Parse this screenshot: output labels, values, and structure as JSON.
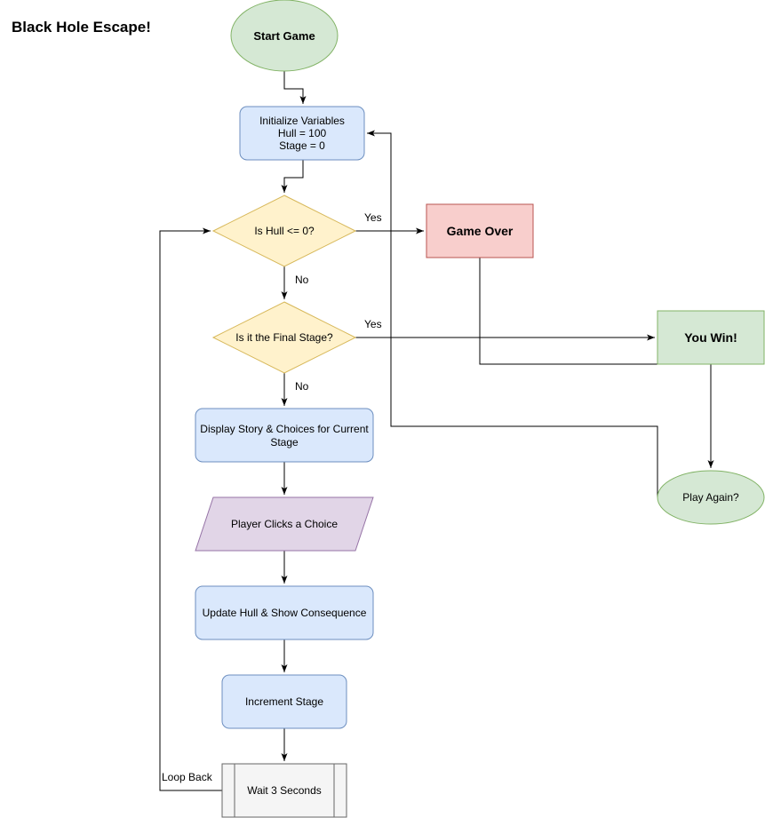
{
  "title": "Black Hole Escape!",
  "colors": {
    "green_fill": "#d5e8d4",
    "green_stroke": "#82b366",
    "blue_fill": "#dae8fc",
    "blue_stroke": "#6c8ebf",
    "yellow_fill": "#fff2cc",
    "yellow_stroke": "#d6b656",
    "red_fill": "#f8cecc",
    "red_stroke": "#b85450",
    "purple_fill": "#e1d5e7",
    "purple_stroke": "#9673a6",
    "gray_fill": "#f5f5f5",
    "gray_stroke": "#666666"
  },
  "nodes": {
    "start": {
      "label": "Start Game"
    },
    "init": {
      "lines": [
        "Initialize Variables",
        "Hull = 100",
        "Stage = 0"
      ]
    },
    "hull_check": {
      "label": "Is Hull <= 0?"
    },
    "game_over": {
      "label": "Game Over"
    },
    "final_check": {
      "label": "Is it the Final Stage?"
    },
    "you_win": {
      "label": "You Win!"
    },
    "display": {
      "lines": [
        "Display Story & Choices for Current",
        "Stage"
      ]
    },
    "player_choice": {
      "label": "Player Clicks a Choice"
    },
    "update": {
      "label": "Update Hull & Show Consequence"
    },
    "increment": {
      "label": "Increment Stage"
    },
    "wait": {
      "label": "Wait 3 Seconds"
    },
    "play_again": {
      "label": "Play Again?"
    }
  },
  "edge_labels": {
    "hull_yes": "Yes",
    "hull_no": "No",
    "final_yes": "Yes",
    "final_no": "No",
    "loop_back": "Loop Back"
  }
}
